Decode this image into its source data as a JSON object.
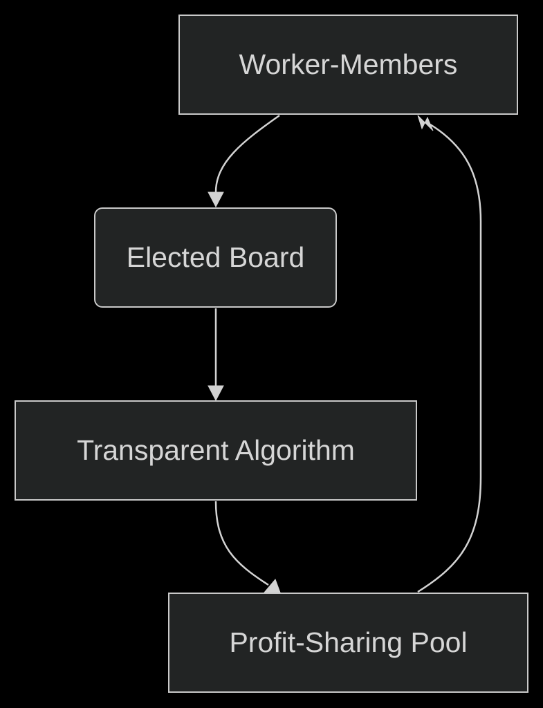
{
  "diagram": {
    "type": "flowchart",
    "colors": {
      "background": "#000000",
      "node_fill": "#222424",
      "node_border": "#c9c9c9",
      "text": "#d6d6d6",
      "edge": "#d3d3d3"
    },
    "nodes": {
      "worker_members": "Worker-Members",
      "elected_board": "Elected Board",
      "transparent_algorithm": "Transparent Algorithm",
      "profit_sharing_pool": "Profit-Sharing Pool"
    },
    "edges": [
      {
        "from": "Worker-Members",
        "to": "Elected Board"
      },
      {
        "from": "Elected Board",
        "to": "Transparent Algorithm"
      },
      {
        "from": "Transparent Algorithm",
        "to": "Profit-Sharing Pool"
      },
      {
        "from": "Profit-Sharing Pool",
        "to": "Worker-Members"
      }
    ]
  }
}
